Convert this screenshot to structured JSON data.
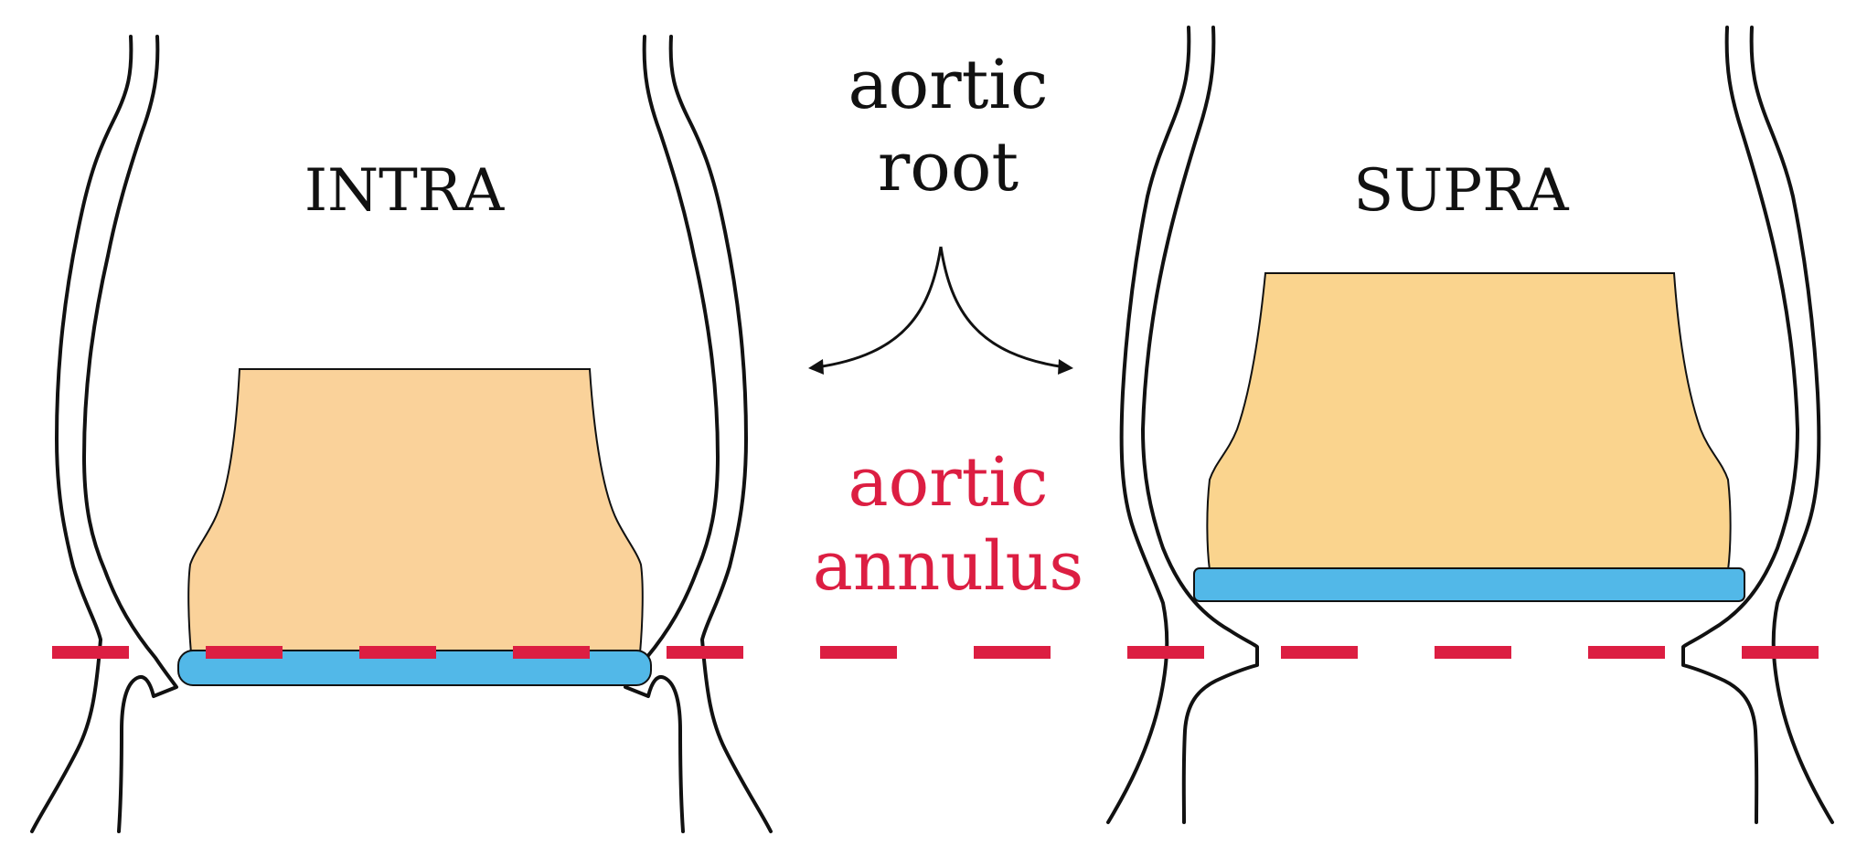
{
  "labels": {
    "intra": "INTRA",
    "supra": "SUPRA",
    "aortic_root_line1": "aortic",
    "aortic_root_line2": "root",
    "aortic_annulus_line1": "aortic",
    "aortic_annulus_line2": "annulus"
  },
  "colors": {
    "outline": "#111111",
    "valve_intra": "#FAD29A",
    "valve_supra": "#FAD48E",
    "sewing_ring": "#52B8E8",
    "annulus_line": "#DC1E42",
    "background": "#FFFFFF"
  }
}
